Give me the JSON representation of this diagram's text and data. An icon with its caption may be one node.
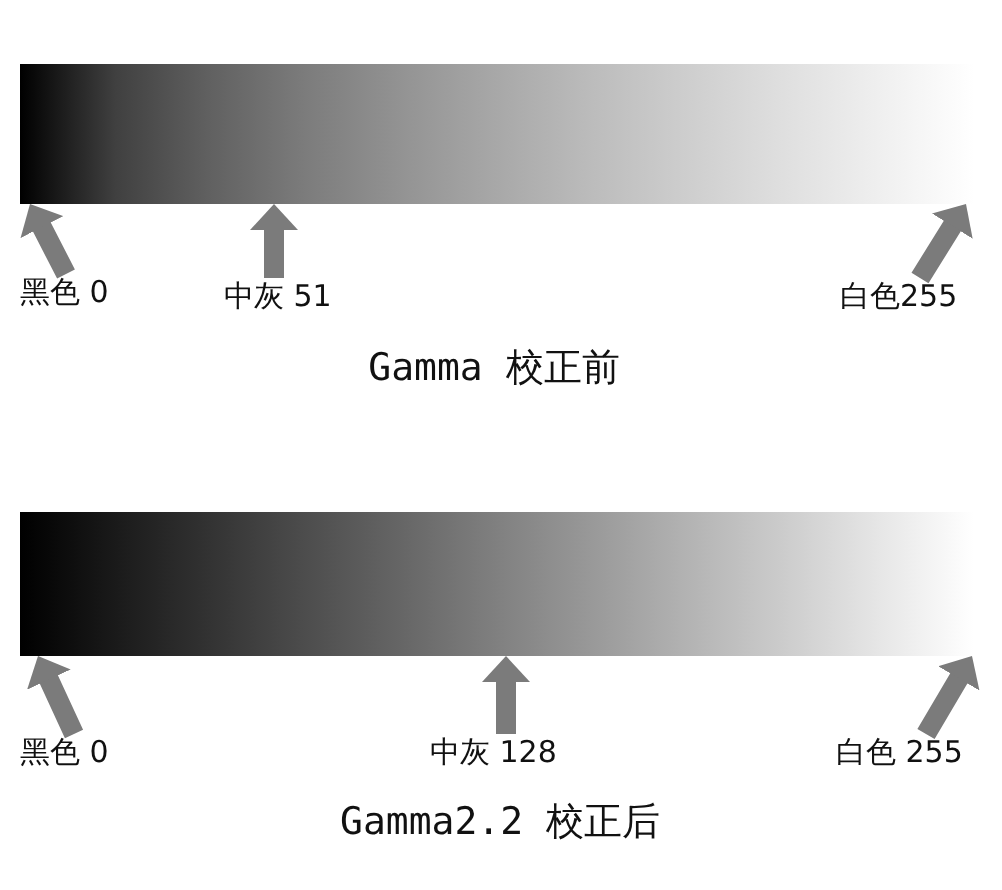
{
  "diagram": {
    "nodes": [
      {
        "text": [],
        "shape": "bar"
      },
      {
        "text": [
          "黑色 0"
        ]
      },
      {
        "text": [
          "中灰 51"
        ]
      },
      {
        "text": [
          "白色255"
        ]
      },
      {
        "text": [],
        "shape": "bar"
      },
      {
        "text": [
          "黑色 0"
        ]
      },
      {
        "text": [
          "中灰 128"
        ]
      },
      {
        "text": [
          "白色 255"
        ]
      }
    ],
    "edges": [
      {
        "from": 1,
        "to": 0,
        "arrow": "to"
      },
      {
        "from": 2,
        "to": 0,
        "arrow": "to"
      },
      {
        "from": 3,
        "to": 0,
        "arrow": "to"
      },
      {
        "from": 5,
        "to": 4,
        "arrow": "to"
      },
      {
        "from": 6,
        "to": 4,
        "arrow": "to"
      },
      {
        "from": 7,
        "to": 4,
        "arrow": "to"
      }
    ],
    "labels": [
      "Gamma 校正前",
      "Gamma2.2 校正后"
    ]
  }
}
